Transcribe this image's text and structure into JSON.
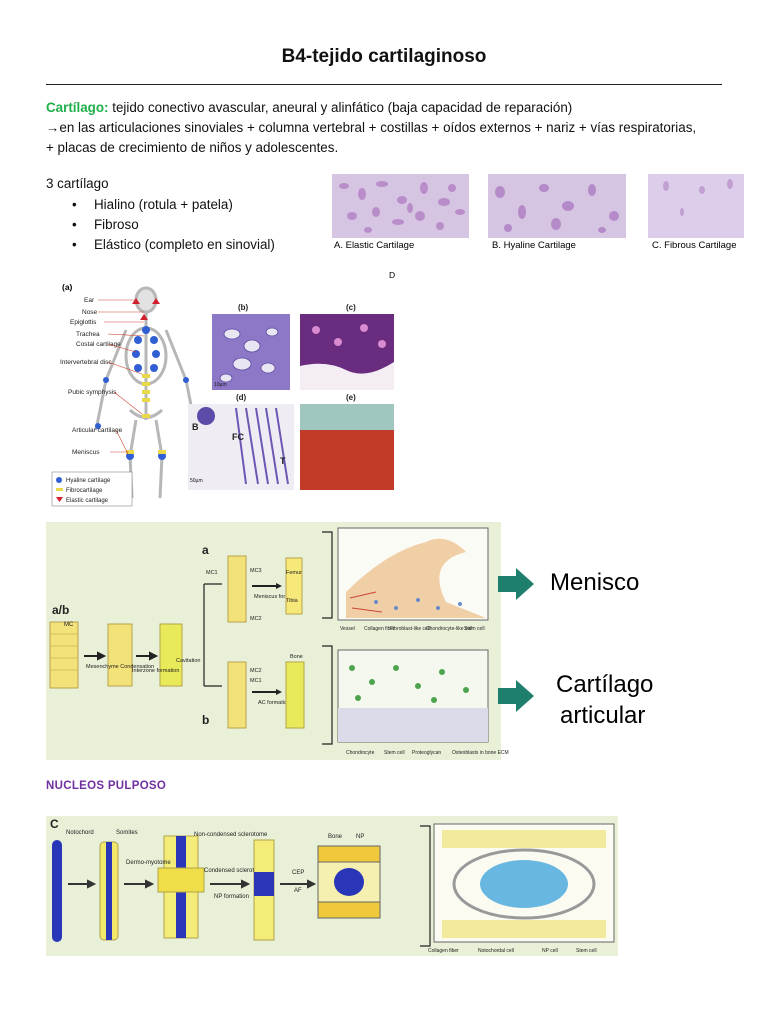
{
  "doc": {
    "title": "B4-tejido cartilaginoso",
    "intro_term": "Cartílago:",
    "intro_rest": " tejido conectivo avascular, aneural y alinfático (baja capacidad de reparación)",
    "intro_line2": "en las articulaciones sinoviales + columna vertebral + costillas + oídos externos + nariz + vías respiratorias,",
    "intro_arrow": "→",
    "intro_line3": "+ placas de crecimiento de niños y adolescentes.",
    "types_heading": "3 cartílago",
    "types": [
      "Hialino (rotula + patela)",
      "Fibroso",
      "Elástico (completo en sinovial)"
    ],
    "section_nucleus": "NUCLEOS PULPOSO"
  },
  "histology": {
    "captions": [
      "A.   Elastic Cartilage",
      "B.  Hyaline Cartilage",
      "C. Fibrous Cartilage"
    ]
  },
  "figure1": {
    "panel_a": "(a)",
    "panel_b": "(b)",
    "panel_c": "(c)",
    "panel_d": "(d)",
    "panel_e": "(e)",
    "labels": [
      "Ear",
      "Nose",
      "Epiglottis",
      "Trachea",
      "Costal cartilage",
      "Intervertebral disc",
      "Pubic symphysis",
      "Articular cartilage",
      "Meniscus"
    ],
    "legend": [
      "Hyaline cartilage",
      "Fibrocartilage",
      "Elastic cartilage"
    ],
    "d_B": "B",
    "d_FC": "FC",
    "d_T": "T",
    "scale_b": "10µm",
    "scale_d": "50µm",
    "extra_D": "D"
  },
  "figure2": {
    "label_ab": "a/b",
    "label_a": "a",
    "label_b": "b",
    "mc": "MC",
    "mc1": "MC1",
    "mc2": "MC2",
    "mc3": "MC3",
    "steps": [
      "Mesenchyme Condensation",
      "Interzone formation",
      "Cavitation"
    ],
    "menisc_form": "Meniscus formation",
    "ac_form": "AC formation",
    "femur": "Femur",
    "tibia": "Tibia",
    "bone": "Bone",
    "legend_top": [
      "Vessel",
      "Collagen fiber",
      "Fibroblast-like cell",
      "Chondrocyte-like cell",
      "Stem cell"
    ],
    "legend_bottom": [
      "Chondrocyte",
      "Stem cell",
      "Proteoglycan",
      "Osteoblasts in bone ECM"
    ],
    "out_top": "Menisco",
    "out_bottom_1": "Cartílago",
    "out_bottom_2": "articular"
  },
  "figure3": {
    "label_c": "C",
    "notochord": "Notochord",
    "somites": "Somites",
    "dermo": "Dermo-myotome",
    "noncond": "Non-condensed sclerotome",
    "cond": "Condensed sclerotome",
    "np_form": "NP formation",
    "bone": "Bone",
    "np": "NP",
    "cep": "CEP",
    "af": "AF",
    "legend": [
      "Collagen fiber",
      "Notochordal cell",
      "NP cell",
      "Stem cell"
    ]
  },
  "colors": {
    "green_term": "#1faf4b",
    "section_purple": "#7030a0",
    "arrow_teal": "#1e7f6e",
    "figure_bg": "#e9f0d8"
  }
}
